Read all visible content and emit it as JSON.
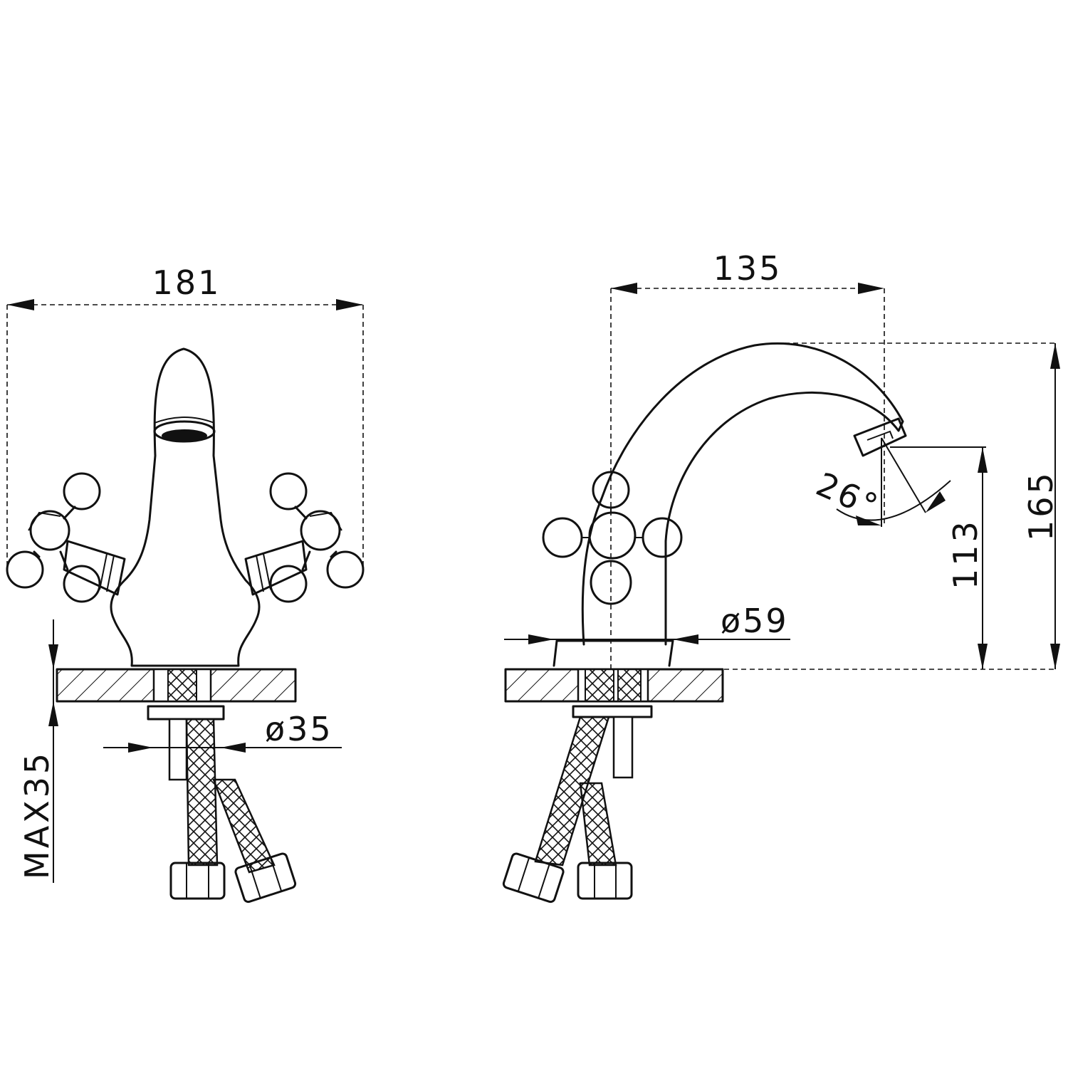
{
  "front_view": {
    "width_label": "181",
    "hose_diameter_label": "ø35",
    "max_thickness_label": "MAX35"
  },
  "side_view": {
    "reach_label": "135",
    "height_label": "165",
    "spout_height_label": "113",
    "base_diameter_label": "ø59",
    "spout_angle_label": "26°"
  }
}
